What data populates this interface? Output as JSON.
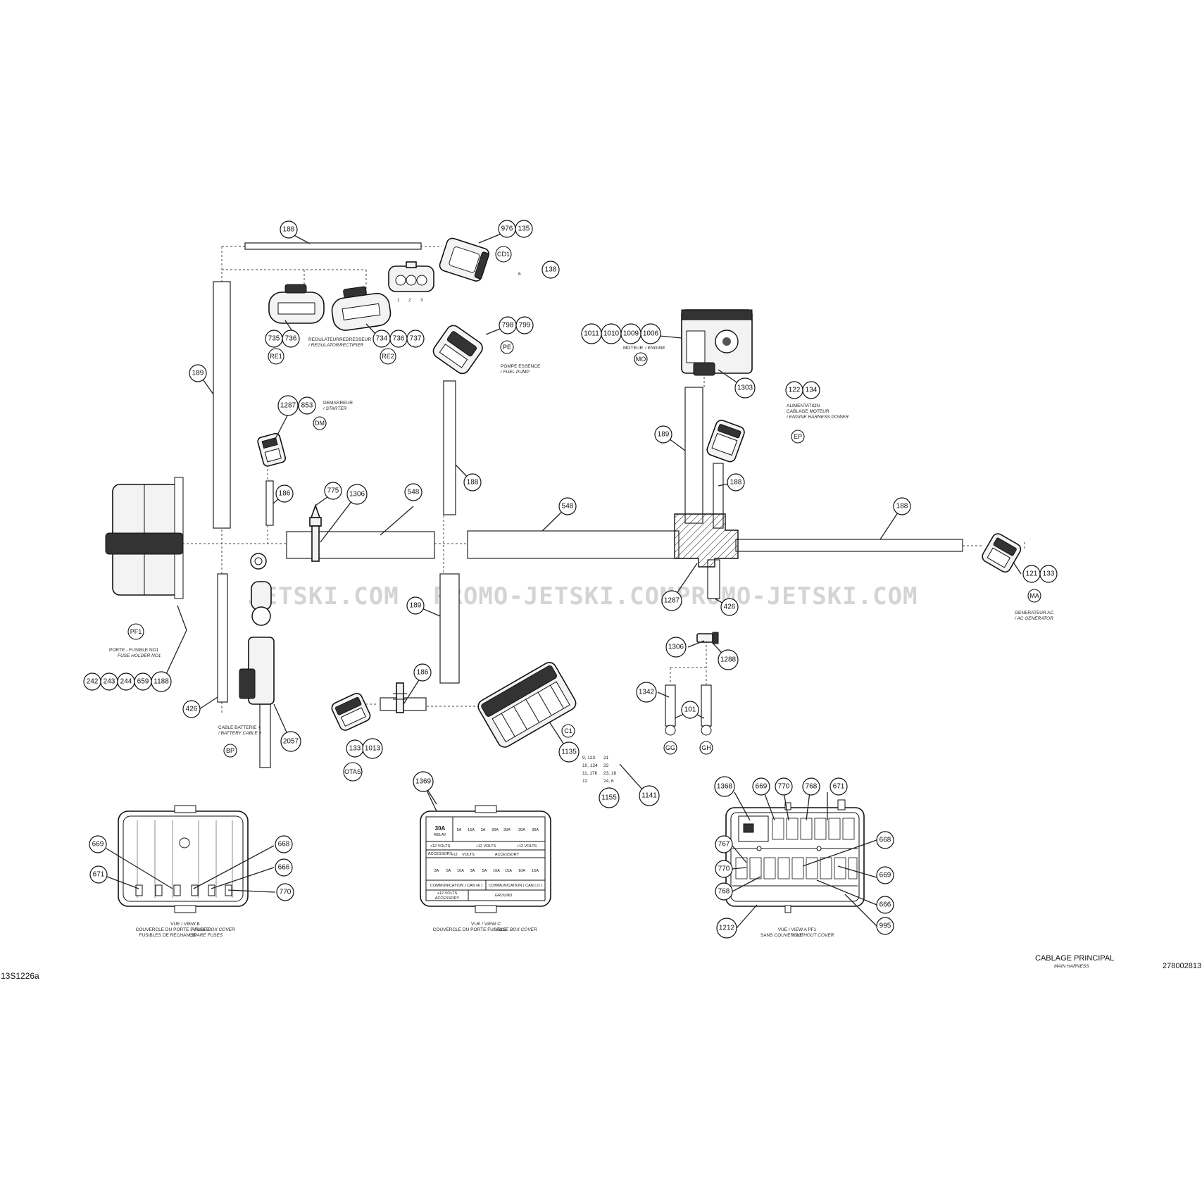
{
  "drawing": {
    "code": "13S1226a",
    "title": "CABLAGE PRINCIPAL",
    "subtitle": "MAIN HARNESS",
    "part_number": "278002813"
  },
  "watermark": {
    "text": "PROMO-JETSKI.COM",
    "left_fragment": "JETSKI.COM"
  },
  "connectors": {
    "cd1": "CD1",
    "re1": {
      "tag": "RE1",
      "fr": "REGULATEUR -",
      "en": "/ REGULATOR -"
    },
    "re2": {
      "tag": "RE2",
      "fr": "REDRESSEUR",
      "en": "RECTIFIER"
    },
    "pe": {
      "tag": "PE",
      "fr": "POMPE ESSENCE",
      "en": "/ FUEL PUMP"
    },
    "mo": {
      "tag": "MO",
      "fr": "MOTEUR",
      "en": "/ ENGINE"
    },
    "dm": {
      "tag": "DM",
      "fr": "DEMARREUR",
      "en": "/ STARTER"
    },
    "ep": {
      "tag": "EP",
      "fr1": "ALIMENTATION",
      "fr2": "CABLAGE MOTEUR",
      "en": "/ ENGINE HARNESS POWER"
    },
    "ma": {
      "tag": "MA",
      "fr": "GENERATEUR AC",
      "en": "/ AC GENERATOR"
    },
    "pf1": {
      "tag": "PF1",
      "fr": "PORTE - FUSIBLE NO1",
      "en": "FUSE HOLDER NO1"
    },
    "bp": {
      "tag": "BP",
      "fr": "CABLE BATTERIE +",
      "en": "/ BATTERY CABLE +"
    },
    "otas": "OTAS",
    "c1": "C1",
    "gg": "GG",
    "gh": "GH",
    "pins": [
      "1",
      "2",
      "3"
    ],
    "pin6": "6"
  },
  "pinout": {
    "col_a": [
      "9, 123",
      "10, 124",
      "11, 176",
      "12"
    ],
    "col_b": [
      "21",
      "22",
      "23,   18",
      "24,     6"
    ]
  },
  "callouts": {
    "c188a": "188",
    "c976": "976",
    "c135": "135",
    "c138": "138",
    "c735": "735",
    "c736a": "736",
    "c734": "734",
    "c736b": "736",
    "c737": "737",
    "c798": "798",
    "c799": "799",
    "c1011": "1011",
    "c1010": "1010",
    "c1009": "1009",
    "c1006": "1006",
    "c1303": "1303",
    "c122": "122",
    "c134": "134",
    "c189a": "189",
    "c1287a": "1287",
    "c853": "853",
    "c189b": "189",
    "c188b": "188",
    "c188c": "188",
    "c186a": "186",
    "c775": "775",
    "c1306a": "1306",
    "c548a": "548",
    "c548b": "548",
    "c188d": "188",
    "c121": "121",
    "c133a": "133",
    "c1287b": "1287",
    "c426a": "426",
    "c189c": "189",
    "c1306b": "1306",
    "c1288": "1288",
    "c242": "242",
    "c243": "243",
    "c244": "244",
    "c659": "659",
    "c1188": "1188",
    "c426b": "426",
    "c2057": "2057",
    "c186b": "186",
    "c133b": "133",
    "c1013": "1013",
    "c1135": "1135",
    "c1342": "1342",
    "c101": "101",
    "c1155": "1155",
    "c1141": "1141",
    "c1369": "1369",
    "c669a": "669",
    "c671a": "671",
    "c668a": "668",
    "c666a": "666",
    "c770a": "770",
    "c1368": "1368",
    "c669b": "669",
    "c770b": "770",
    "c768a": "768",
    "c671b": "671",
    "c767": "767",
    "c770c": "770",
    "c768b": "768",
    "c1212": "1212",
    "c668b": "668",
    "c669c": "669",
    "c666b": "666",
    "c995": "995"
  },
  "views": {
    "b": {
      "title": "VUE / VIEW B",
      "fr1": "COUVERCLE DU PORTE FUSIBLE",
      "en1": "/ FUSE BOX COVER",
      "fr2": "FUSIBLES DE RECHANGE",
      "en2": "/ SPARE FUSES"
    },
    "c": {
      "title": "VUE / VIEW C",
      "fr": "COUVERCLE DU PORTE FUSIBLE",
      "en": "/ FUSE BOX COVER"
    },
    "a": {
      "title": "VUE / VIEW A     PF1",
      "fr": "SANS COUVERCLE",
      "en": "/ WITHOUT COVER"
    }
  },
  "fuse_cover": {
    "relay": "30A",
    "relay_sub": "RELAY",
    "volts12_acc": "+12 VOLTS",
    "accessory": "ACCESSORY",
    "plus12": "+12",
    "volts": "VOLTS",
    "can_hi": "COMMUNICATION ( CAN HI )",
    "can_lo": "COMMUNICATION ( CAN LO )",
    "ground": "GROUND",
    "top_fuses": [
      "5A",
      "15A",
      "3A",
      "30A",
      "30A",
      "30A",
      "30A"
    ],
    "bottom_fuses": [
      "3A",
      "5A",
      "10A",
      "3A",
      "5A",
      "10A",
      "15A",
      "10A",
      "15A"
    ]
  }
}
